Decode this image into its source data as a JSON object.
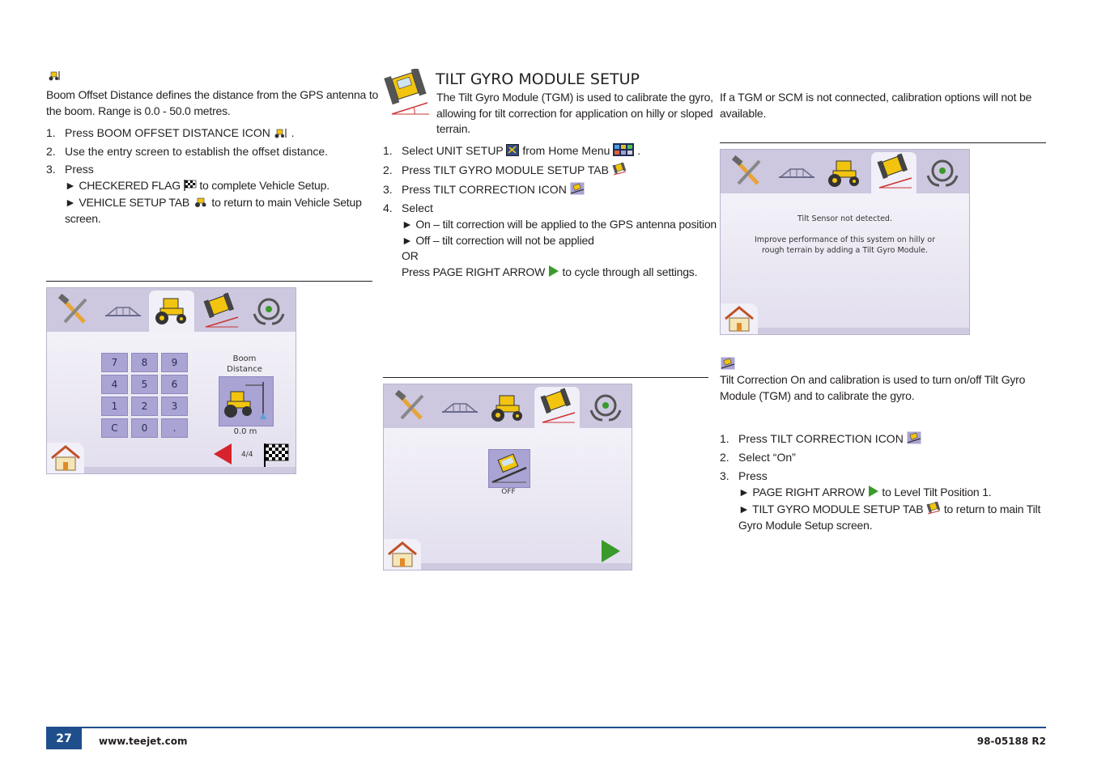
{
  "col1": {
    "intro": [
      "Boom Offset Distance defines the distance from the GPS antenna to",
      "the boom. Range is 0.0 - 50.0 metres."
    ],
    "steps": [
      {
        "n": "1.",
        "text": "Press BOOM OFFSET DISTANCE ICON",
        "after": "."
      },
      {
        "n": "2.",
        "text": "Use the entry screen to establish the offset distance."
      },
      {
        "n": "3.",
        "text": "Press"
      }
    ],
    "sub1": "► CHECKERED FLAG",
    "sub1_after": "to complete Vehicle Setup.",
    "sub2": "► VEHICLE SETUP TAB",
    "sub2_after": "to return to main Vehicle Setup",
    "sub2_line2": "screen."
  },
  "screen1": {
    "keys": [
      "7",
      "8",
      "9",
      "4",
      "5",
      "6",
      "1",
      "2",
      "3",
      "C",
      "0",
      "."
    ],
    "label_line1": "Boom",
    "label_line2": "Distance",
    "value": "0.0 m",
    "page": "4/4"
  },
  "col2": {
    "title": "TILT GYRO MODULE SETUP",
    "intro": [
      "The Tilt Gyro Module (TGM) is used to calibrate the gyro,",
      "allowing for tilt correction for application on hilly or sloped",
      "terrain."
    ],
    "steps": [
      {
        "n": "1.",
        "text": "Select UNIT SETUP",
        "mid": "from Home Menu",
        "after": "."
      },
      {
        "n": "2.",
        "text": "Press TILT GYRO MODULE SETUP TAB"
      },
      {
        "n": "3.",
        "text": "Press TILT CORRECTION ICON"
      },
      {
        "n": "4.",
        "text": "Select"
      }
    ],
    "sub_on": "► On – tilt correction will be applied to the GPS antenna position",
    "sub_off": "► Off – tilt correction will not be applied",
    "or": "OR",
    "press_right": "Press PAGE RIGHT ARROW",
    "press_right_after": "to cycle through all settings."
  },
  "screen2": {
    "state": "OFF"
  },
  "col3": {
    "intro": [
      "If a TGM or SCM is not connected, calibration options will not be",
      "available."
    ],
    "tc_text": [
      "Tilt Correction On and calibration is used to turn on/off Tilt Gyro",
      "Module (TGM) and to calibrate the gyro."
    ],
    "steps": [
      {
        "n": "1.",
        "text": "Press TILT CORRECTION ICON"
      },
      {
        "n": "2.",
        "text": "Select “On”"
      },
      {
        "n": "3.",
        "text": "Press"
      }
    ],
    "sub1": "► PAGE RIGHT ARROW",
    "sub1_after": "to Level Tilt Position 1.",
    "sub2": "► TILT GYRO MODULE SETUP TAB",
    "sub2_after": "to return to main Tilt",
    "sub2_line2": "Gyro Module Setup screen."
  },
  "screen3": {
    "msg1": "Tilt Sensor not detected.",
    "msg2": "Improve performance of this system on hilly or",
    "msg3": "rough terrain by adding a Tilt Gyro Module."
  },
  "footer": {
    "page": "27",
    "url": "www.teejet.com",
    "doc": "98-05188 R2"
  },
  "colors": {
    "footer_blue": "#1f4e8c",
    "screen_bg": "#ded9ec",
    "tabbar": "#cdc8e0",
    "key": "#a9a4d3",
    "arrow_green": "#3a9a2a",
    "arrow_red": "#d7232e"
  }
}
